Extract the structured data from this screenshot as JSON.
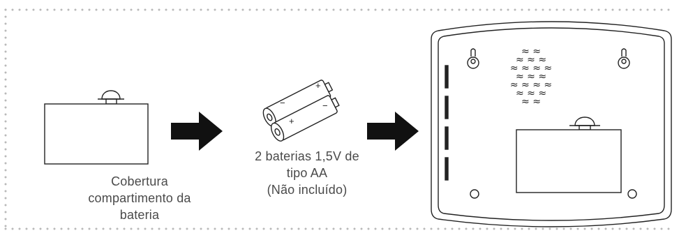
{
  "cover_caption": {
    "line1": "Cobertura",
    "line2": "compartimento da",
    "line3": "bateria"
  },
  "battery_caption": {
    "line1": "2 baterias 1,5V de",
    "line2": "tipo AA",
    "line3": "(Não incluído)"
  },
  "battery_signs": {
    "plus": "+",
    "minus": "−"
  },
  "colors": {
    "stroke": "#222222",
    "arrow": "#111111",
    "dots": "#b9b9b9",
    "text": "#4a4a4a"
  },
  "icons": [
    "battery-cover-icon",
    "arrow-right-icon",
    "aa-batteries-icon",
    "device-back-icon"
  ]
}
